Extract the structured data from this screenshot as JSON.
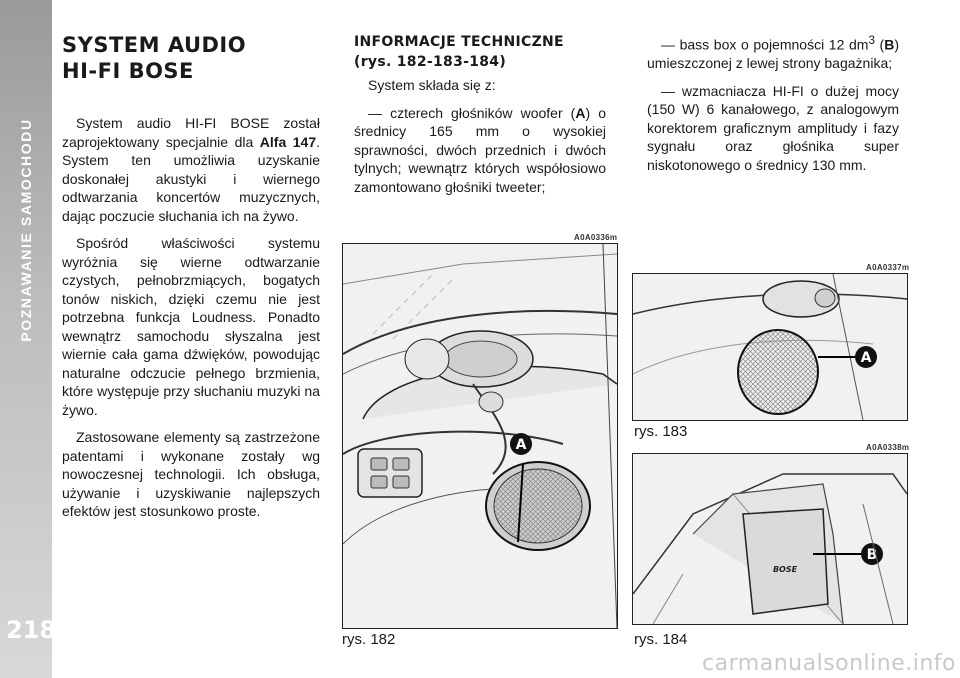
{
  "section_tab": "POZNAWANIE SAMOCHODU",
  "page_number": "218",
  "col1": {
    "title_line1": "SYSTEM AUDIO",
    "title_line2": "HI-FI BOSE",
    "p1_before": "System audio HI-FI BOSE został zaprojektowany specjalnie dla ",
    "p1_bold": "Alfa 147",
    "p1_after": ". System ten umożliwia uzyskanie doskonałej akustyki i wiernego odtwarzania koncertów muzycznych, dając poczucie słuchania ich na żywo.",
    "p2": "Spośród właściwości systemu wyróżnia się wierne odtwarzanie czystych, pełnobrzmiących, bogatych tonów niskich, dzięki czemu nie jest potrzebna funkcja Loudness. Ponadto wewnątrz samochodu słyszalna jest wiernie cała gama dźwięków, powodując naturalne odczucie pełnego brzmienia, które występuje przy słuchaniu muzyki na żywo.",
    "p3": "Zastosowane elementy są zastrzeżone patentami i wykonane zostały wg nowoczesnej technologii. Ich obsługa, używanie i uzyskiwanie najlepszych efektów jest stosunkowo proste."
  },
  "col2": {
    "heading_line1": "INFORMACJE TECHNICZNE",
    "heading_line2": "(rys. 182-183-184)",
    "intro": "System składa się z:",
    "item1_before": "— czterech głośników woofer (",
    "item1_bold": "A",
    "item1_after": ") o średnicy 165 mm o wysokiej sprawności, dwóch przednich i dwóch tylnych; wewnątrz których współosiowo zamontowano głośniki tweeter;"
  },
  "col3": {
    "item2_before": "— bass box o pojemności 12 dm",
    "item2_sup": "3",
    "item2_mid": " (",
    "item2_bold": "B",
    "item2_after": ") umieszczonej z lewej strony bagażnika;",
    "item3": "— wzmacniacza HI-FI o dużej mocy (150 W) 6 kanałowego, z analogowym korektorem graficznym amplitudy i fazy sygnału oraz głośnika super niskotonowego o średnicy 130 mm."
  },
  "figures": {
    "fig182": {
      "code": "A0A0336m",
      "caption": "rys. 182",
      "label": "A"
    },
    "fig183": {
      "code": "A0A0337m",
      "caption": "rys. 183",
      "label": "A"
    },
    "fig184": {
      "code": "A0A0338m",
      "caption": "rys. 184",
      "label": "B",
      "logo": "BOSE"
    }
  },
  "watermark": "carmanualsonline.info"
}
